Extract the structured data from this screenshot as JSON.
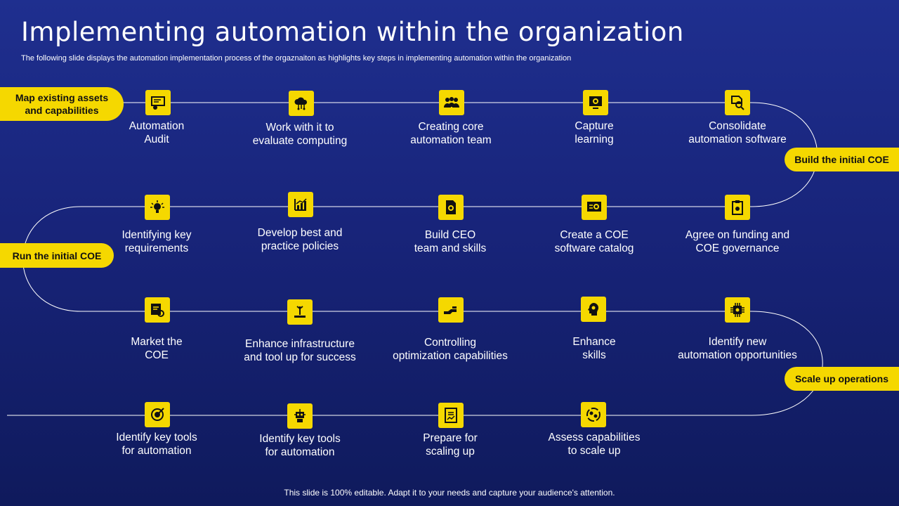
{
  "title": "Implementing automation within the organization",
  "subtitle": "The following slide displays the automation implementation process of the orgaznaiton as highlights key steps in implementing  automation within the organization",
  "footer": "This slide is 100% editable. Adapt it to your needs and capture your audience's attention.",
  "colors": {
    "accent": "#f5d800",
    "background": "#1a2680",
    "line": "#ffffff"
  },
  "phases": {
    "map": "Map existing assets\nand capabilities",
    "build": "Build the initial COE",
    "run": "Run the initial COE",
    "scale": "Scale up operations"
  },
  "rows": [
    {
      "steps": [
        {
          "label": "Automation\nAudit",
          "icon": "presentation-gear-icon"
        },
        {
          "label": "Work with it to\nevaluate computing",
          "icon": "cloud-network-icon"
        },
        {
          "label": "Creating core\nautomation team",
          "icon": "team-icon"
        },
        {
          "label": "Capture\nlearning",
          "icon": "monitor-gear-icon"
        },
        {
          "label": "Consolidate\nautomation software",
          "icon": "document-search-icon"
        }
      ]
    },
    {
      "steps": [
        {
          "label": "Identifying  key\nrequirements",
          "icon": "idea-bulb-icon"
        },
        {
          "label": "Develop best and\npractice policies",
          "icon": "growth-chart-icon"
        },
        {
          "label": "Build CEO\nteam and skills",
          "icon": "document-gear-icon"
        },
        {
          "label": "Create a COE\nsoftware catalog",
          "icon": "screen-settings-icon"
        },
        {
          "label": "Agree on funding and\nCOE governance",
          "icon": "clipboard-gear-icon"
        }
      ]
    },
    {
      "steps": [
        {
          "label": "Market the\nCOE",
          "icon": "marketing-gear-icon"
        },
        {
          "label": "Enhance infrastructure\nand tool up for success",
          "icon": "tool-stand-icon"
        },
        {
          "label": "Controlling\noptimization capabilities",
          "icon": "hand-control-icon"
        },
        {
          "label": "Enhance\nskills",
          "icon": "head-gear-icon"
        },
        {
          "label": "Identify  new\nautomation opportunities",
          "icon": "chip-icon"
        }
      ]
    },
    {
      "steps": [
        {
          "label": "Identify  key tools\nfor automation",
          "icon": "target-gear-icon"
        },
        {
          "label": "Identify  key tools\nfor automation",
          "icon": "robot-icon"
        },
        {
          "label": "Prepare for\nscaling up",
          "icon": "document-chart-icon"
        },
        {
          "label": "Assess capabilities\nto scale up",
          "icon": "cycle-gears-icon"
        }
      ]
    }
  ]
}
